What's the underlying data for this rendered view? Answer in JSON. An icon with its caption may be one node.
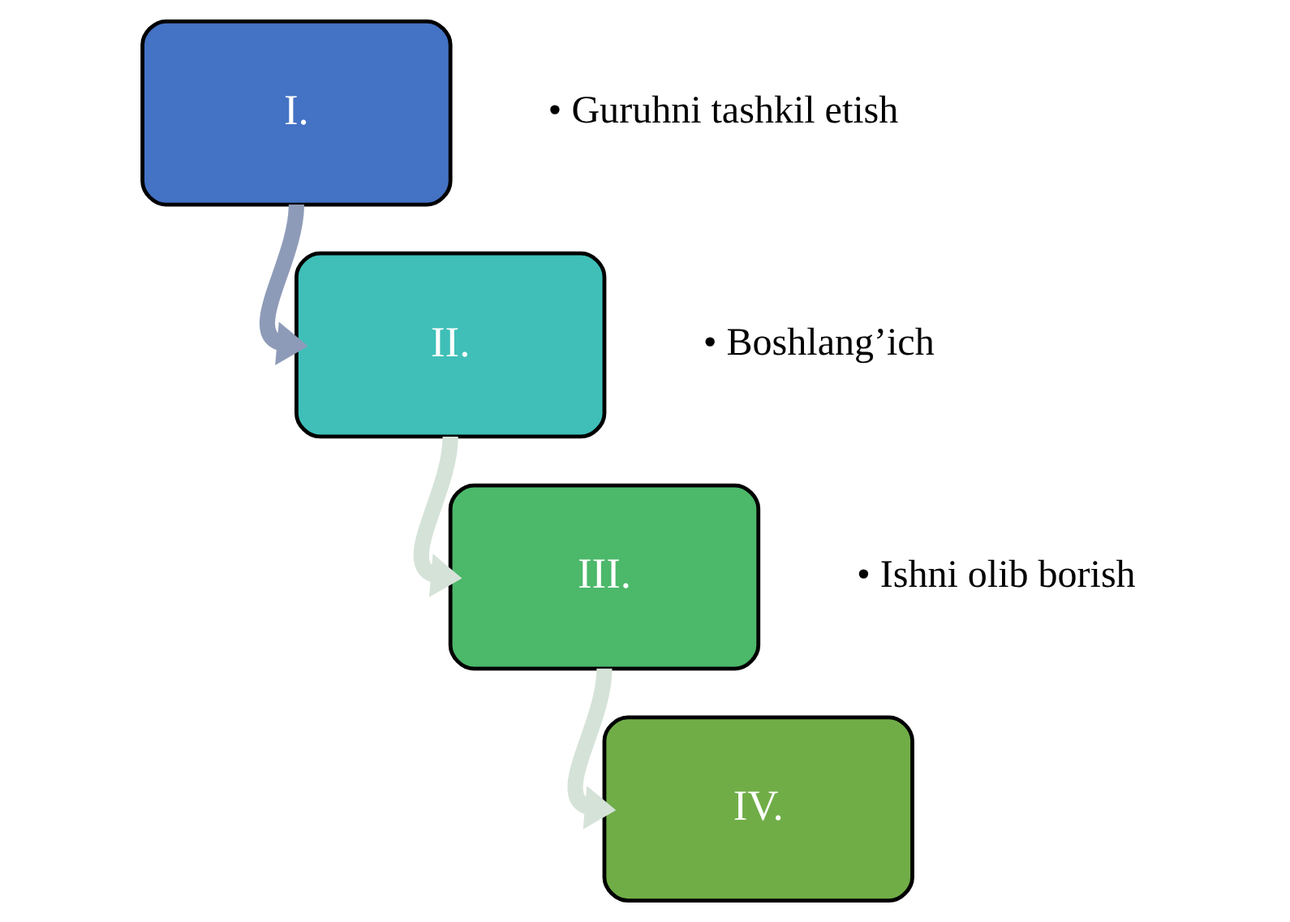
{
  "diagram": {
    "nodes": [
      {
        "text": [
          "I."
        ],
        "beside": [
          "• Guruhni tashkil etish"
        ]
      },
      {
        "text": [
          "II."
        ],
        "beside": [
          "• Boshlang’ich"
        ]
      },
      {
        "text": [
          "III."
        ],
        "beside": [
          "• Ishni olib borish"
        ]
      },
      {
        "text": [
          "IV."
        ]
      }
    ],
    "edges": [
      {
        "from": 0,
        "to": 1,
        "arrow": "to",
        "color": "#8e9bb8"
      },
      {
        "from": 1,
        "to": 2,
        "arrow": "to"
      },
      {
        "from": 2,
        "to": 3,
        "arrow": "to"
      }
    ]
  }
}
